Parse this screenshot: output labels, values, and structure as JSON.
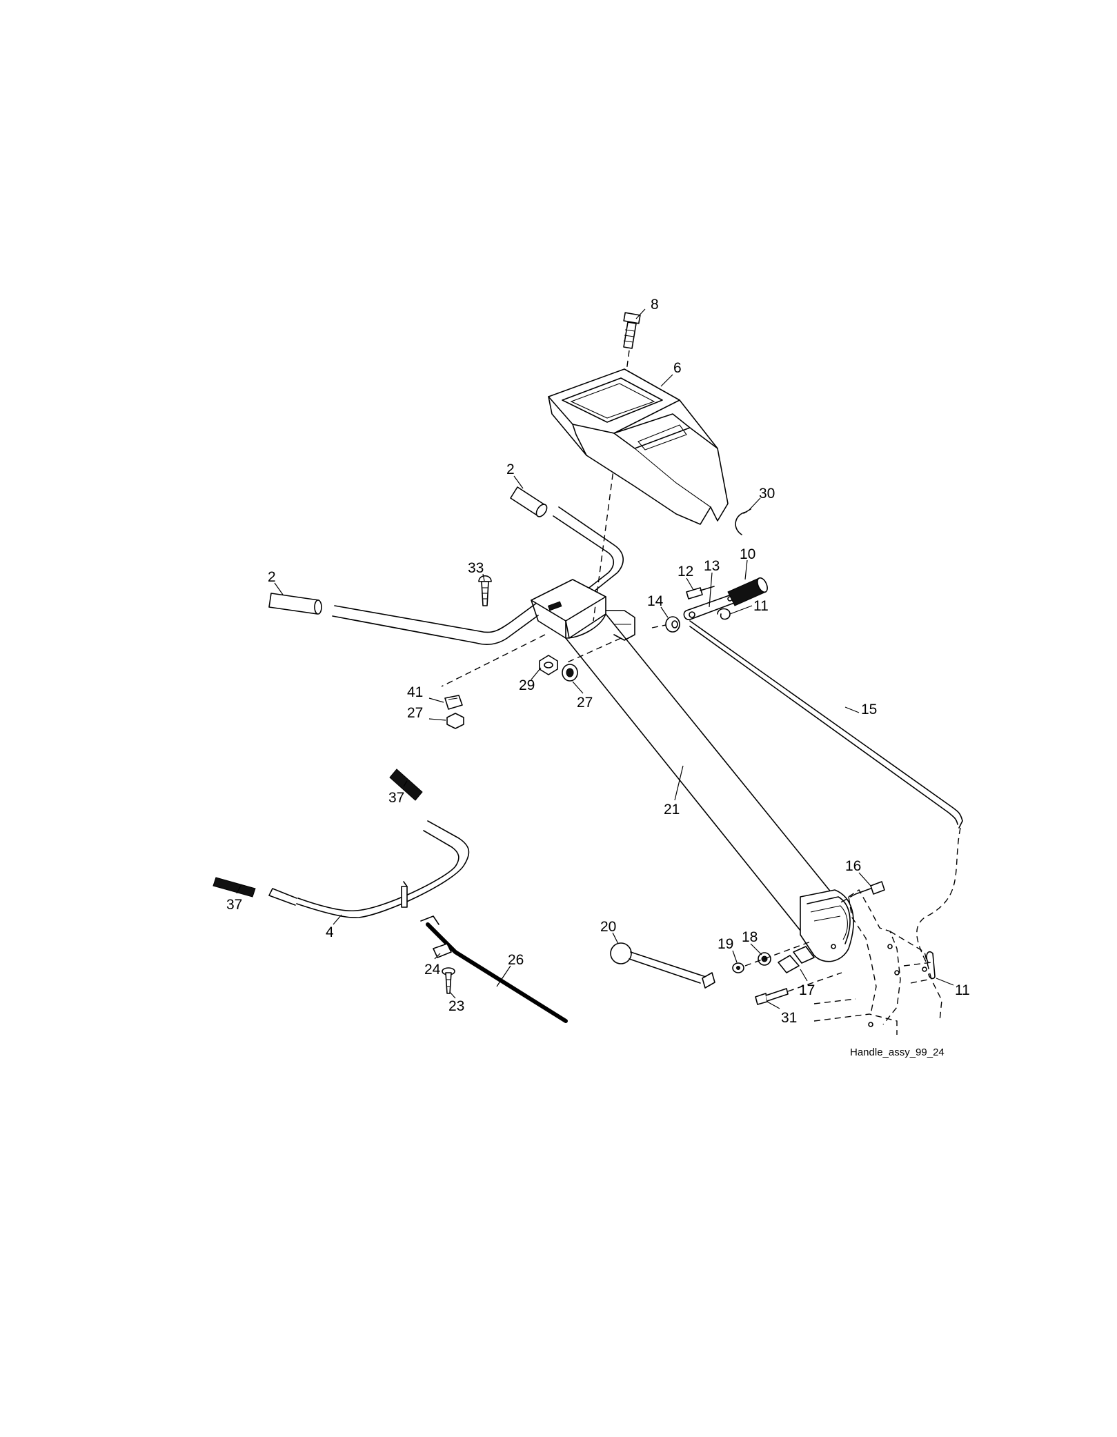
{
  "drawing": {
    "caption": "Handle_assy_99_24"
  },
  "callouts": [
    {
      "id": "c8",
      "text": "8"
    },
    {
      "id": "c6",
      "text": "6"
    },
    {
      "id": "c2a",
      "text": "2"
    },
    {
      "id": "c30",
      "text": "30"
    },
    {
      "id": "c2b",
      "text": "2"
    },
    {
      "id": "c33",
      "text": "33"
    },
    {
      "id": "c12",
      "text": "12"
    },
    {
      "id": "c13",
      "text": "13"
    },
    {
      "id": "c10",
      "text": "10"
    },
    {
      "id": "c14",
      "text": "14"
    },
    {
      "id": "c11a",
      "text": "11"
    },
    {
      "id": "c41",
      "text": "41"
    },
    {
      "id": "c29",
      "text": "29"
    },
    {
      "id": "c27a",
      "text": "27"
    },
    {
      "id": "c27b",
      "text": "27"
    },
    {
      "id": "c15",
      "text": "15"
    },
    {
      "id": "c37a",
      "text": "37"
    },
    {
      "id": "c21",
      "text": "21"
    },
    {
      "id": "c16",
      "text": "16"
    },
    {
      "id": "c37b",
      "text": "37"
    },
    {
      "id": "c4",
      "text": "4"
    },
    {
      "id": "c20",
      "text": "20"
    },
    {
      "id": "c19",
      "text": "19"
    },
    {
      "id": "c18",
      "text": "18"
    },
    {
      "id": "c26",
      "text": "26"
    },
    {
      "id": "c24",
      "text": "24"
    },
    {
      "id": "c17",
      "text": "17"
    },
    {
      "id": "c11b",
      "text": "11"
    },
    {
      "id": "c23",
      "text": "23"
    },
    {
      "id": "c31",
      "text": "31"
    }
  ]
}
